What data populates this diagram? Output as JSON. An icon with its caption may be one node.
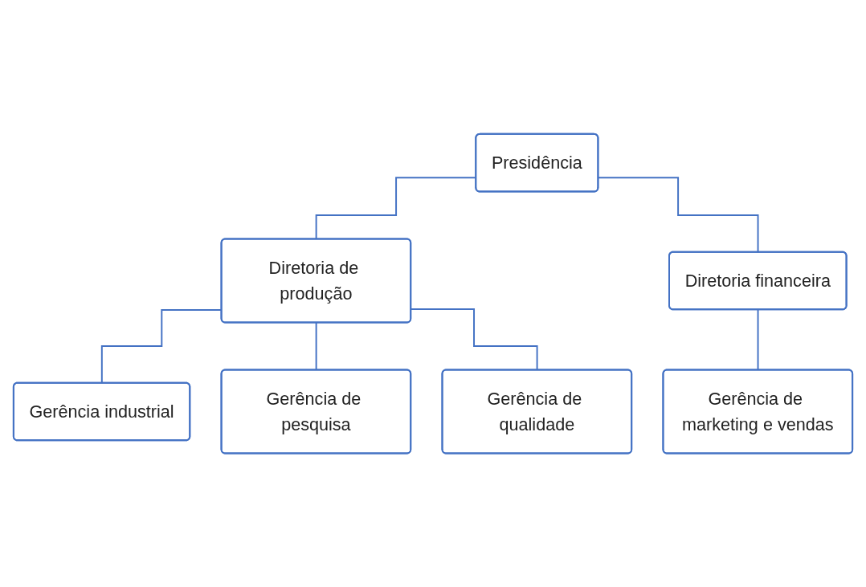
{
  "diagram": {
    "nodes": [
      {
        "text": [
          "Presidência"
        ]
      },
      {
        "text": [
          "Diretoria de produção"
        ]
      },
      {
        "text": [
          "Diretoria financeira"
        ]
      },
      {
        "text": [
          "Gerência industrial"
        ]
      },
      {
        "text": [
          "Gerência de pesquisa"
        ]
      },
      {
        "text": [
          "Gerência de qualidade"
        ]
      },
      {
        "text": [
          "Gerência de marketing e vendas"
        ]
      }
    ],
    "edges": [
      {
        "from": 0,
        "to": 1,
        "arrow": "none"
      },
      {
        "from": 0,
        "to": 2,
        "arrow": "none"
      },
      {
        "from": 1,
        "to": 3,
        "arrow": "none"
      },
      {
        "from": 1,
        "to": 4,
        "arrow": "none"
      },
      {
        "from": 1,
        "to": 5,
        "arrow": "none"
      },
      {
        "from": 2,
        "to": 6,
        "arrow": "none"
      }
    ]
  }
}
